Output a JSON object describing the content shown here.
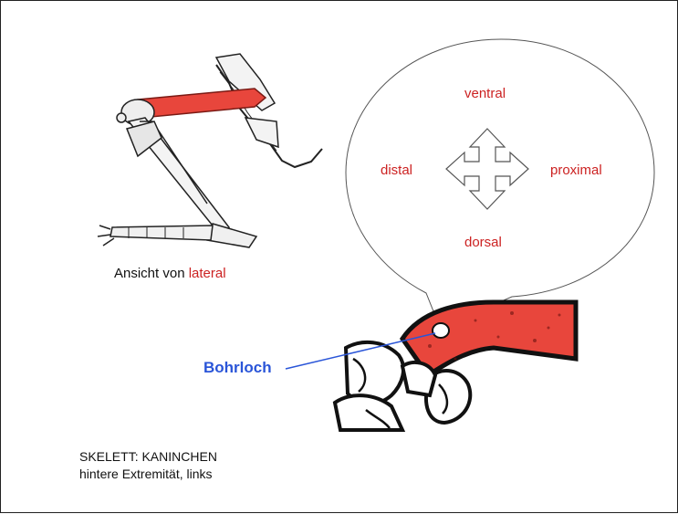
{
  "view_caption": {
    "prefix": "Ansicht von ",
    "highlight": "lateral"
  },
  "directions": {
    "top": "ventral",
    "left": "distal",
    "right": "proximal",
    "bottom": "dorsal"
  },
  "hole_label": "Bohrloch",
  "title_line1": "SKELETT: KANINCHEN",
  "title_line2": "hintere Extremität, links",
  "colors": {
    "highlight_red": "#cc2222",
    "bone_red": "#e8463c",
    "label_blue": "#2a55d8",
    "text_dark": "#111111"
  },
  "icons": [
    "four-way-arrow-icon"
  ]
}
